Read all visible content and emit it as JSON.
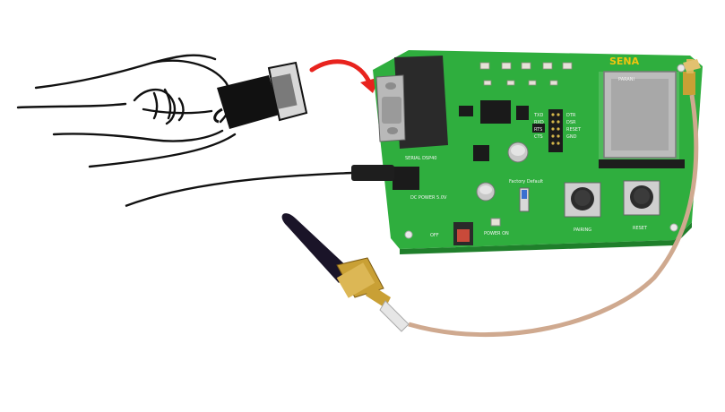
{
  "board": {
    "brand": "SENA",
    "serial_label": "SERIAL DSP40",
    "power_label": "DC POWER 5.0V",
    "factory_label": "Factory Default",
    "off_label": "OFF",
    "power_on_label": "POWER ON",
    "pairing_label": "PAIRING",
    "reset_label": "RESET",
    "module_label": "PARANI",
    "signal_labels": [
      "TXD",
      "RXD",
      "RTS",
      "CTS",
      "DTR",
      "DSR",
      "RESET",
      "GND"
    ]
  },
  "colors": {
    "pcb": "#2fae3e",
    "pcb_dark": "#1f7f2b",
    "arrow": "#e8231e",
    "connector": "#2a2a2a",
    "metal": "#b9b9b9",
    "gold": "#c9a035",
    "cable": "#cfa98f"
  }
}
